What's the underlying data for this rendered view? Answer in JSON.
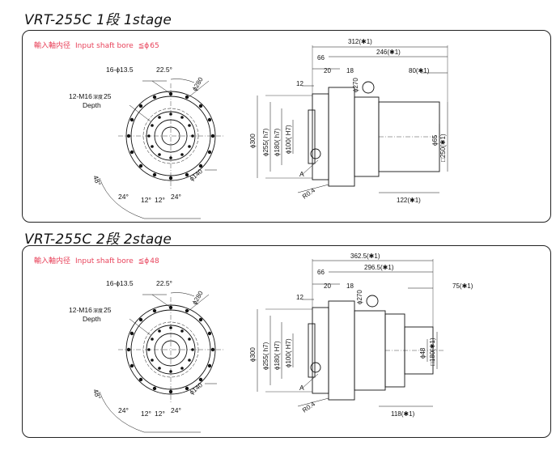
{
  "stages": [
    {
      "title": "VRT-255C  1段  1stage",
      "bore": {
        "label_jp": "輸入軸内径",
        "label_en": "Input shaft bore",
        "symbol": "≦ϕ",
        "value": "65"
      },
      "front": {
        "holes": "16-ϕ13.5",
        "angle_top": "22.5°",
        "pcd280": "ϕ280",
        "tap": "12-M16",
        "depth_jp": "深度",
        "depth_val": "25",
        "depth_en": "Depth",
        "angle_left": "48°",
        "angle_b1": "24°",
        "angle_b2": "12°",
        "angle_b3": "12°",
        "angle_b4": "24°",
        "pcd140": "ϕ140"
      },
      "side": {
        "overall": "312(✱1)",
        "body": "246(✱1)",
        "d66": "66",
        "d20": "20",
        "d18": "18",
        "d80": "80(✱1)",
        "d12": "12",
        "phi270": "ϕ270",
        "phi300": "ϕ300",
        "phi255": "ϕ255( h7)",
        "phi180": "ϕ180( h7)",
        "phi100": "ϕ100( H7)",
        "phi_in": "ϕ65",
        "sq": "□250(✱1)",
        "bottom": "122(✱1)",
        "a": "A",
        "r": "R0.4"
      }
    },
    {
      "title": "VRT-255C  2段  2stage",
      "bore": {
        "label_jp": "輸入軸内径",
        "label_en": "Input shaft bore",
        "symbol": "≦ϕ",
        "value": "48"
      },
      "front": {
        "holes": "16-ϕ13.5",
        "angle_top": "22.5°",
        "pcd280": "ϕ280",
        "tap": "12-M16",
        "depth_jp": "深度",
        "depth_val": "25",
        "depth_en": "Depth",
        "angle_left": "48°",
        "angle_b1": "24°",
        "angle_b2": "12°",
        "angle_b3": "12°",
        "angle_b4": "24°",
        "pcd140": "ϕ140"
      },
      "side": {
        "overall": "362.5(✱1)",
        "body": "296.5(✱1)",
        "d66": "66",
        "d20": "20",
        "d18": "18",
        "d80": "75(✱1)",
        "d12": "12",
        "phi270": "ϕ270",
        "phi300": "ϕ300",
        "phi255": "ϕ255( h7)",
        "phi180": "ϕ180( H7)",
        "phi100": "ϕ100( H7)",
        "phi_in": "ϕ48",
        "sq": "□180(✱1)",
        "bottom": "118(✱1)",
        "a": "A",
        "r": "R0.4"
      }
    }
  ]
}
